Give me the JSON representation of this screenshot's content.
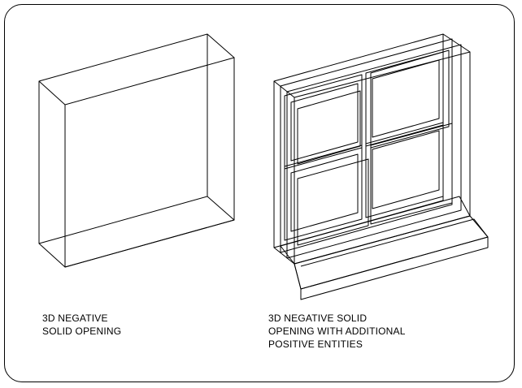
{
  "figures": [
    {
      "caption_lines": [
        "3D NEGATIVE",
        "SOLID OPENING"
      ]
    },
    {
      "caption_lines": [
        "3D NEGATIVE SOLID",
        "OPENING WITH ADDITIONAL",
        "POSITIVE ENTITIES"
      ]
    }
  ],
  "colors": {
    "line": "#000000",
    "background": "#ffffff"
  }
}
